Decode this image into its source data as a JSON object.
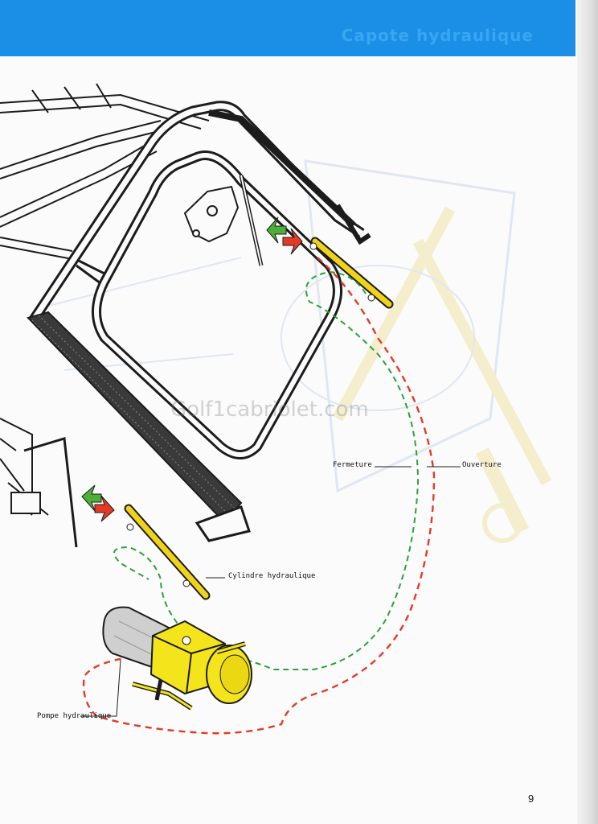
{
  "header": {
    "title": "Capote hydraulique",
    "band_color": "#1b8fe6"
  },
  "labels": {
    "closing": "Fermeture",
    "opening": "Ouverture",
    "cylinder": "Cylindre hydraulique",
    "pump": "Pompe hydraulique"
  },
  "watermark": "Golf1cabriolet.com",
  "page_number": "9",
  "colors": {
    "closing_line": "#2aa33a",
    "opening_line": "#e43a25",
    "cylinder": "#f1d21a",
    "pump": "#f3e41c",
    "frame": "#1c1c1c"
  }
}
